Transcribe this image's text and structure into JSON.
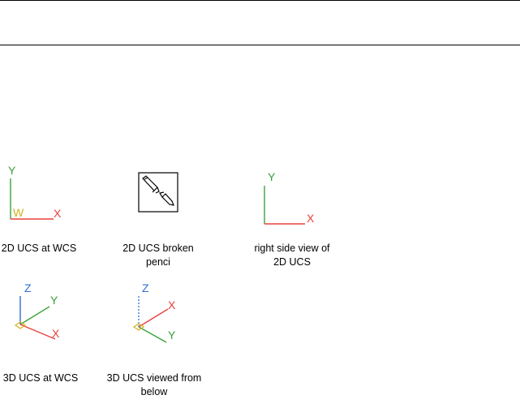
{
  "captions": {
    "wcs_2d": "2D UCS at WCS",
    "broken_pencil": "2D UCS broken\npenci",
    "right_side_view": "right side view of\n2D UCS",
    "wcs_3d": "3D UCS at WCS",
    "viewed_from_below": "3D UCS viewed from\nbelow"
  },
  "axis_labels": {
    "x": "X",
    "y": "Y",
    "z": "Z",
    "w": "W"
  },
  "colors": {
    "x_axis": "#e8413c",
    "y_axis": "#3aa13a",
    "z_axis": "#2f6fd6",
    "origin_marker": "#d4b21c",
    "rule": "#000000"
  }
}
